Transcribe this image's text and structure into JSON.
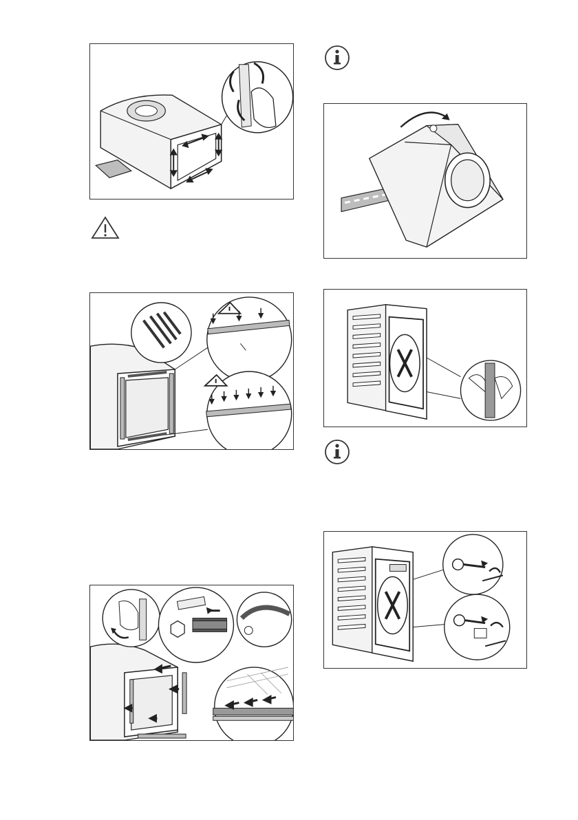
{
  "page": {
    "type": "installation-manual-illustration-page",
    "text_content": "none"
  },
  "illustrations": [
    {
      "id": "fig-clean-base",
      "icon": "rotate-arrows-magnifier"
    },
    {
      "id": "fig-apply-strips",
      "icon": "warning-triangle-magnifier"
    },
    {
      "id": "fig-insert-profiles",
      "icon": "arrows-magnifier"
    },
    {
      "id": "fig-tilt-appliance",
      "icon": "curved-arrow"
    },
    {
      "id": "fig-remove-bolts",
      "icon": "hand-tool-magnifier"
    },
    {
      "id": "fig-unscrew-bolts",
      "icon": "wrench-magnifier"
    }
  ],
  "icons": {
    "warning": "warning-triangle-icon",
    "info": "information-icon"
  },
  "colors": {
    "line": "#222222",
    "shade": "#bdbdbd",
    "light": "#e2e2e2",
    "border": "#333333"
  }
}
